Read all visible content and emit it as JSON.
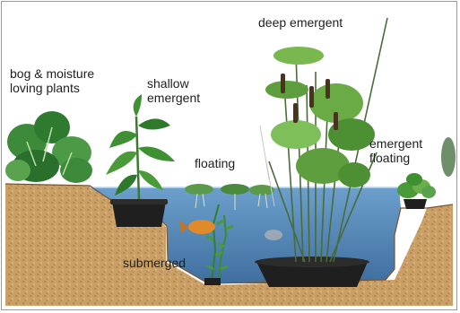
{
  "labels": {
    "deep_emergent": "deep emergent",
    "bog_moisture": "bog & moisture\nloving plants",
    "shallow_emergent": "shallow\nemergent",
    "floating": "floating",
    "emergent_floating": "emergent\nfloating",
    "submerged": "submerged"
  },
  "colors": {
    "water": "#4f86b8",
    "soil": "#c9995f",
    "pot": "#1f1f1f",
    "leaf": "#2f7f2f",
    "leaf_light": "#7fbf5a"
  }
}
